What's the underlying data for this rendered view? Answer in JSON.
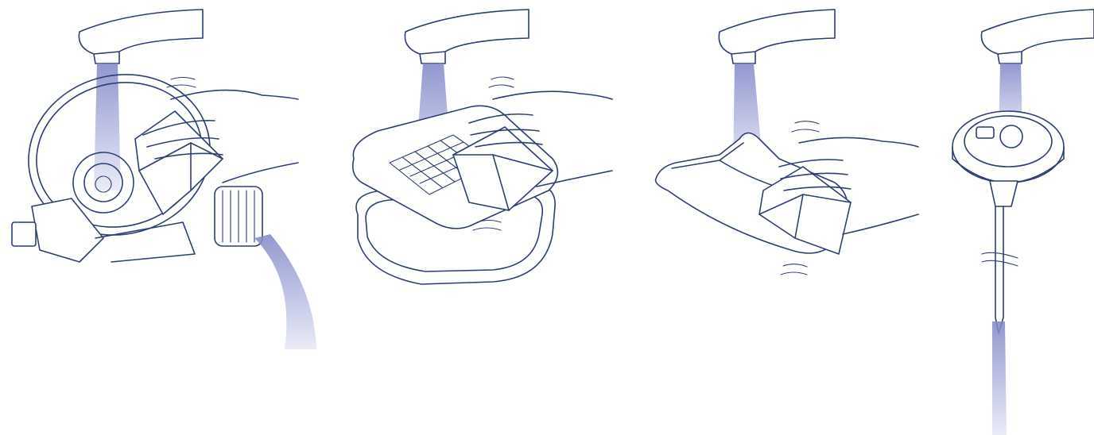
{
  "figure": {
    "style": "line-illustration",
    "colors": {
      "line": "#2b3f73",
      "water_top": "#7f86c7",
      "water_bottom": "#e6e8f6",
      "background": "#ffffff"
    },
    "panels": [
      {
        "id": "panel-1",
        "subject": "blender-base-under-faucet-with-sponge"
      },
      {
        "id": "panel-2",
        "subject": "grid-blade-insert-and-tray-with-sponge"
      },
      {
        "id": "panel-3",
        "subject": "pusher-piece-under-faucet-with-sponge"
      },
      {
        "id": "panel-4",
        "subject": "lid-with-long-rod-under-faucet"
      }
    ]
  }
}
